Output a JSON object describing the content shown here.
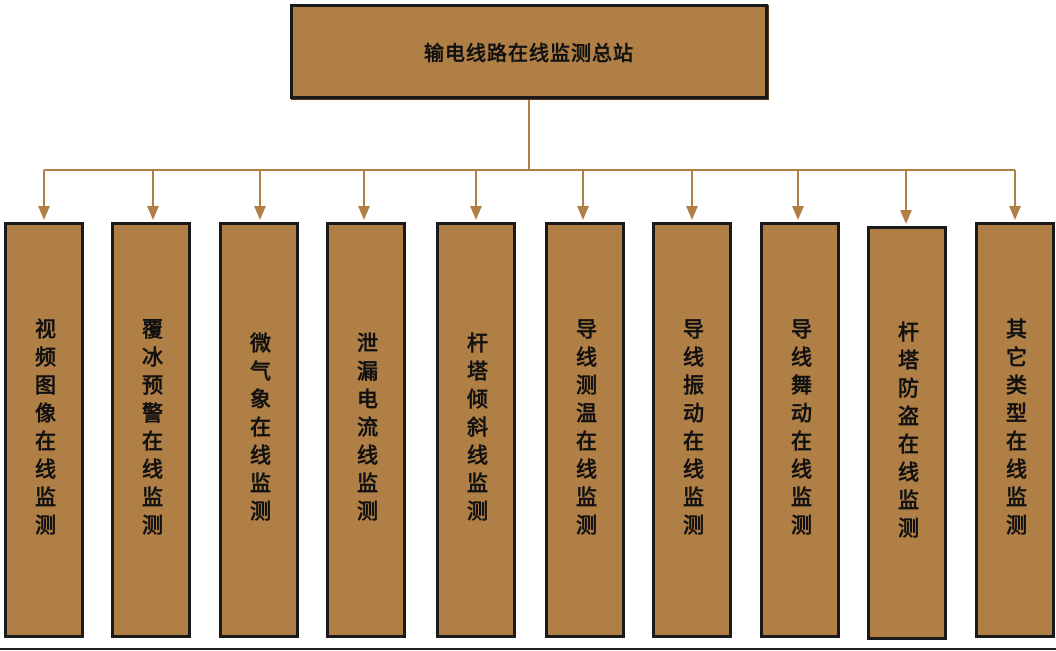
{
  "colors": {
    "box_fill": "#b07f45",
    "box_border": "#1a1a1a",
    "connector": "#b07f45"
  },
  "root": {
    "label": "输电线路在线监测总站"
  },
  "children": [
    {
      "label": "视频图像在线监测"
    },
    {
      "label": "覆冰预警在线监测"
    },
    {
      "label": "微气象在线监测"
    },
    {
      "label": "泄漏电流线监测"
    },
    {
      "label": "杆塔倾斜线监测"
    },
    {
      "label": "导线测温在线监测"
    },
    {
      "label": "导线振动在线监测"
    },
    {
      "label": "导线舞动在线监测"
    },
    {
      "label": "杆塔防盗在线监测"
    },
    {
      "label": "其它类型在线监测"
    }
  ]
}
